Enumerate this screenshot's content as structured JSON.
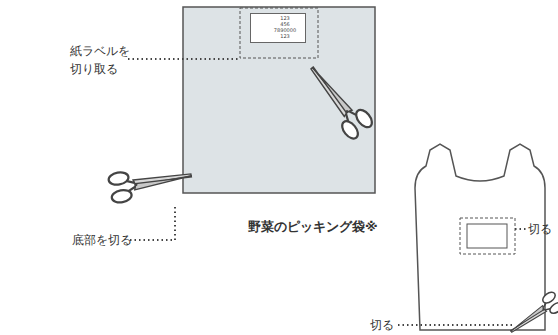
{
  "diagram": {
    "nodes": [
      {
        "text": [
          "123",
          "456",
          "7890000",
          "123"
        ]
      }
    ],
    "labels": [
      "紙ラベルを 切り取る",
      "底部を切る",
      "野菜のピッキング袋※",
      "切る",
      "切る"
    ]
  }
}
